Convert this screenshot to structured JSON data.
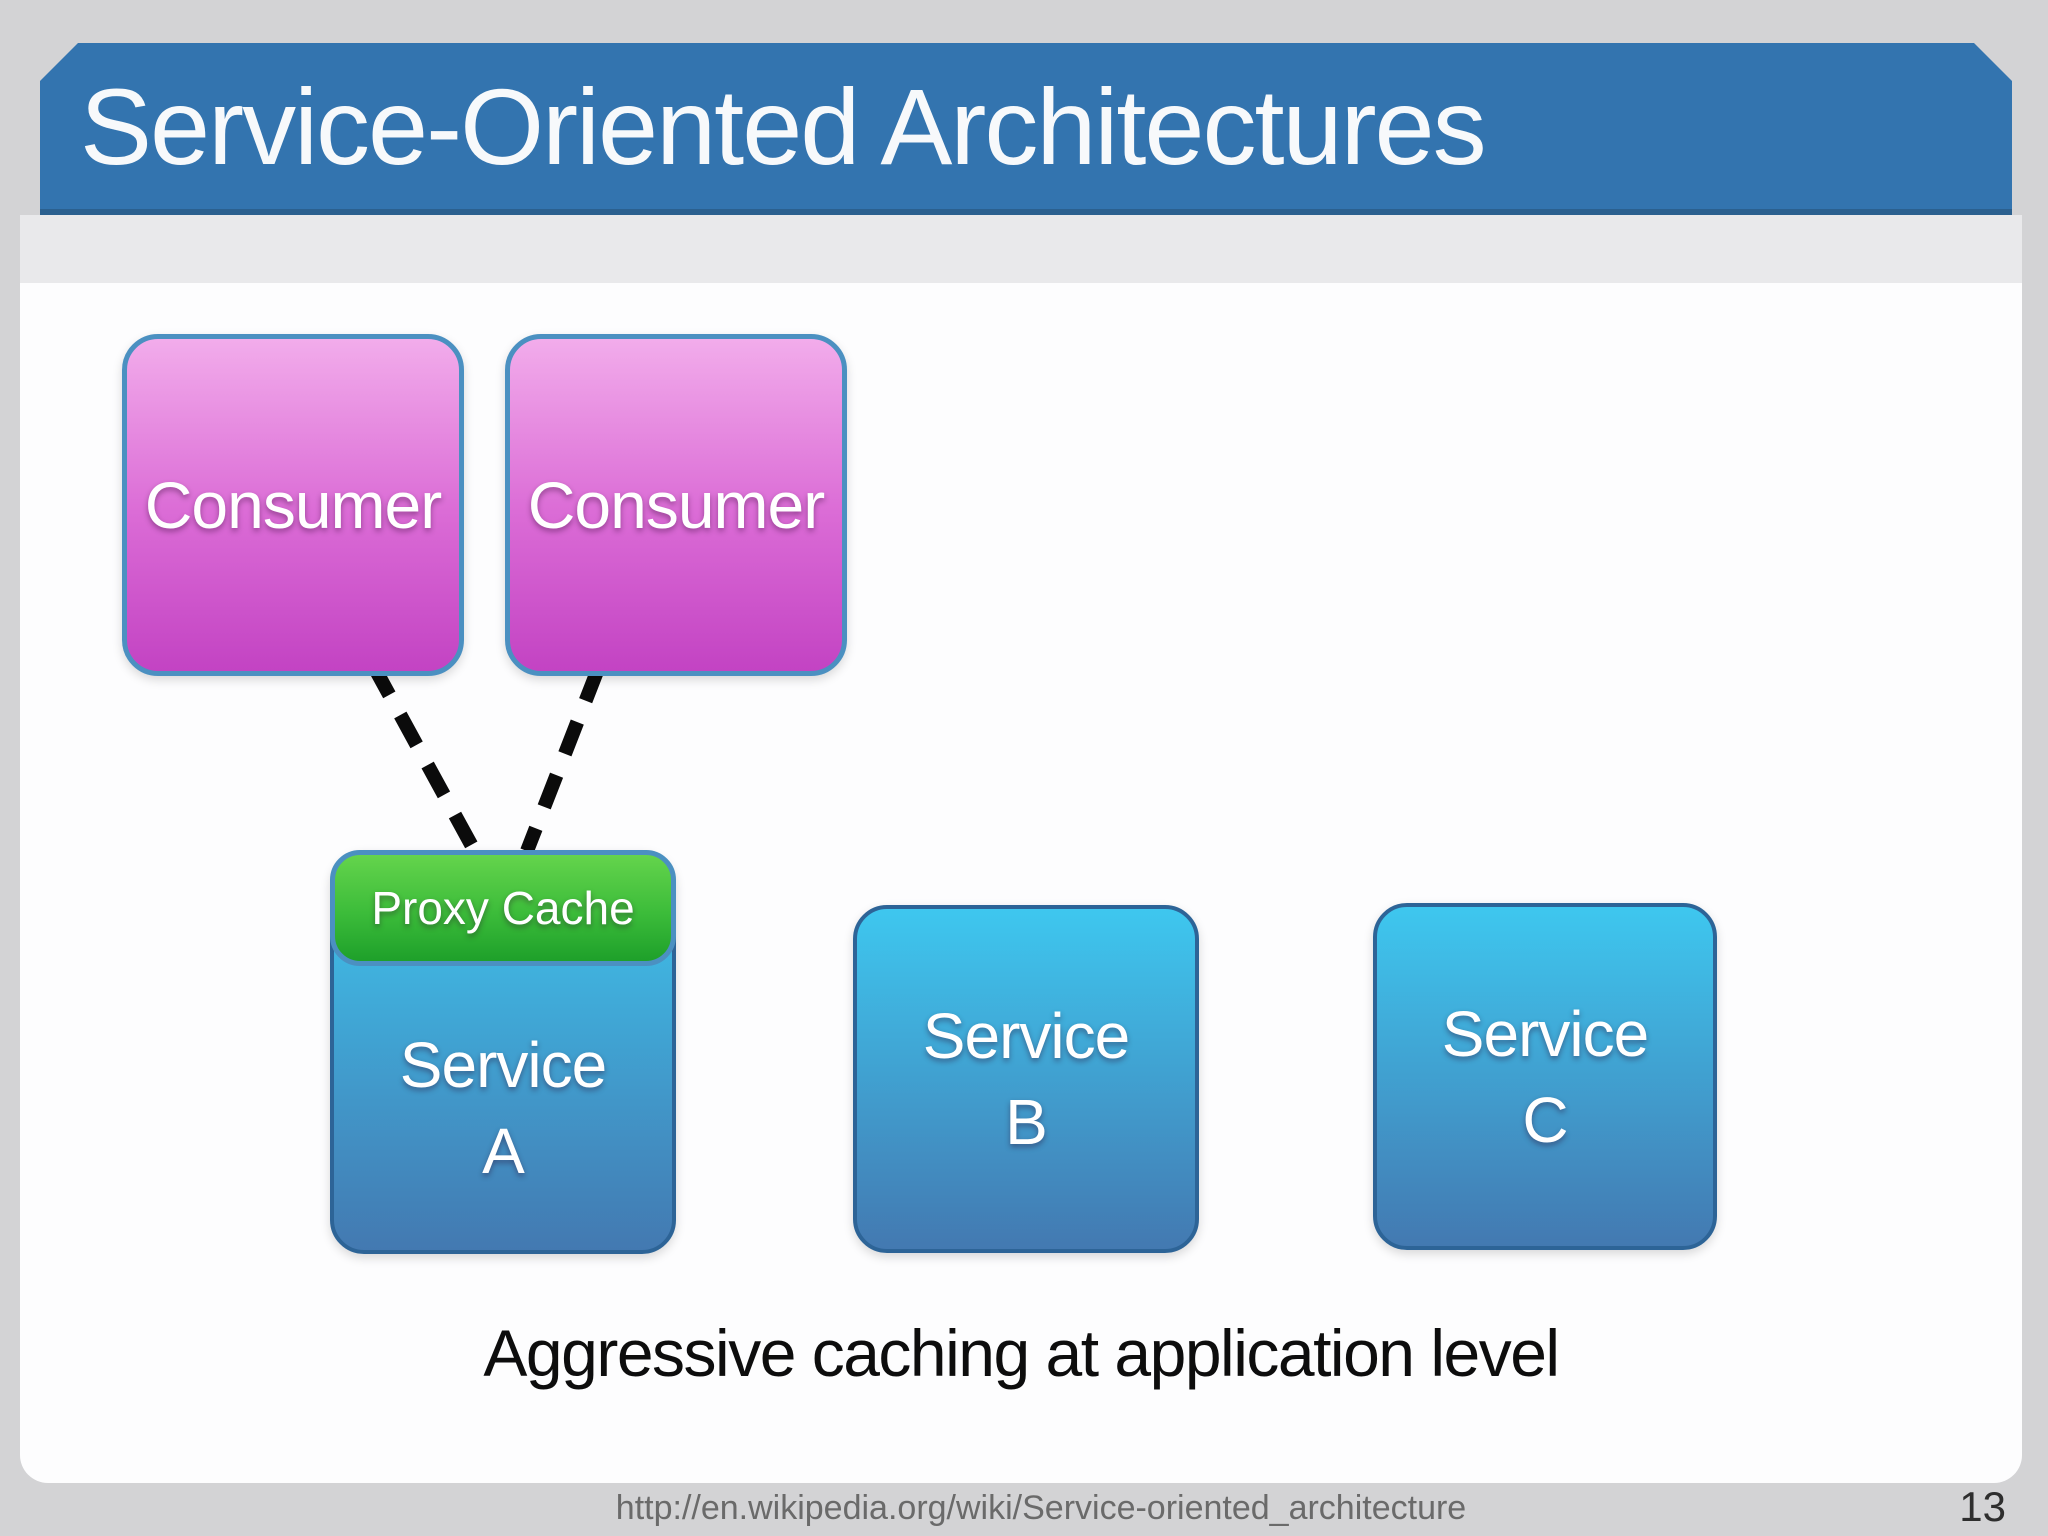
{
  "slide": {
    "title": "Service-Oriented Architectures",
    "caption": "Aggressive caching at application level",
    "footer": {
      "url": "http://en.wikipedia.org/wiki/Service-oriented_architecture",
      "page_number": "13"
    }
  },
  "diagram": {
    "consumers": [
      {
        "label": "Consumer"
      },
      {
        "label": "Consumer"
      }
    ],
    "proxy_cache_label": "Proxy Cache",
    "services": [
      {
        "name": "Service A",
        "line1": "Service",
        "line2": "A",
        "has_proxy_cache": true
      },
      {
        "name": "Service B",
        "line1": "Service",
        "line2": "B",
        "has_proxy_cache": false
      },
      {
        "name": "Service C",
        "line1": "Service",
        "line2": "C",
        "has_proxy_cache": false
      }
    ],
    "connections": [
      {
        "from": "consumer-1",
        "to": "proxy-cache",
        "style": "dashed"
      },
      {
        "from": "consumer-2",
        "to": "proxy-cache",
        "style": "dashed"
      }
    ]
  },
  "colors": {
    "page_bg": "#D3D3D5",
    "band_bg": "#E9E9EB",
    "card_bg": "#FDFDFE",
    "title_bar_bg": "#3374AF",
    "title_bar_edge": "#2B608F",
    "title_text": "#F7F9FB",
    "consumer_top": "#F2ACEB",
    "consumer_bottom": "#C343C3",
    "consumer_border": "#4B90C1",
    "service_top": "#3EC7EF",
    "service_bottom": "#4379B1",
    "service_border": "#2D6497",
    "proxy_top": "#64D44C",
    "proxy_bottom": "#1EA02A",
    "connector": "#0B0B0B",
    "caption_text": "#0D0D0D",
    "url_text": "#6A6A6A",
    "page_number_text": "#2E2E2E"
  }
}
